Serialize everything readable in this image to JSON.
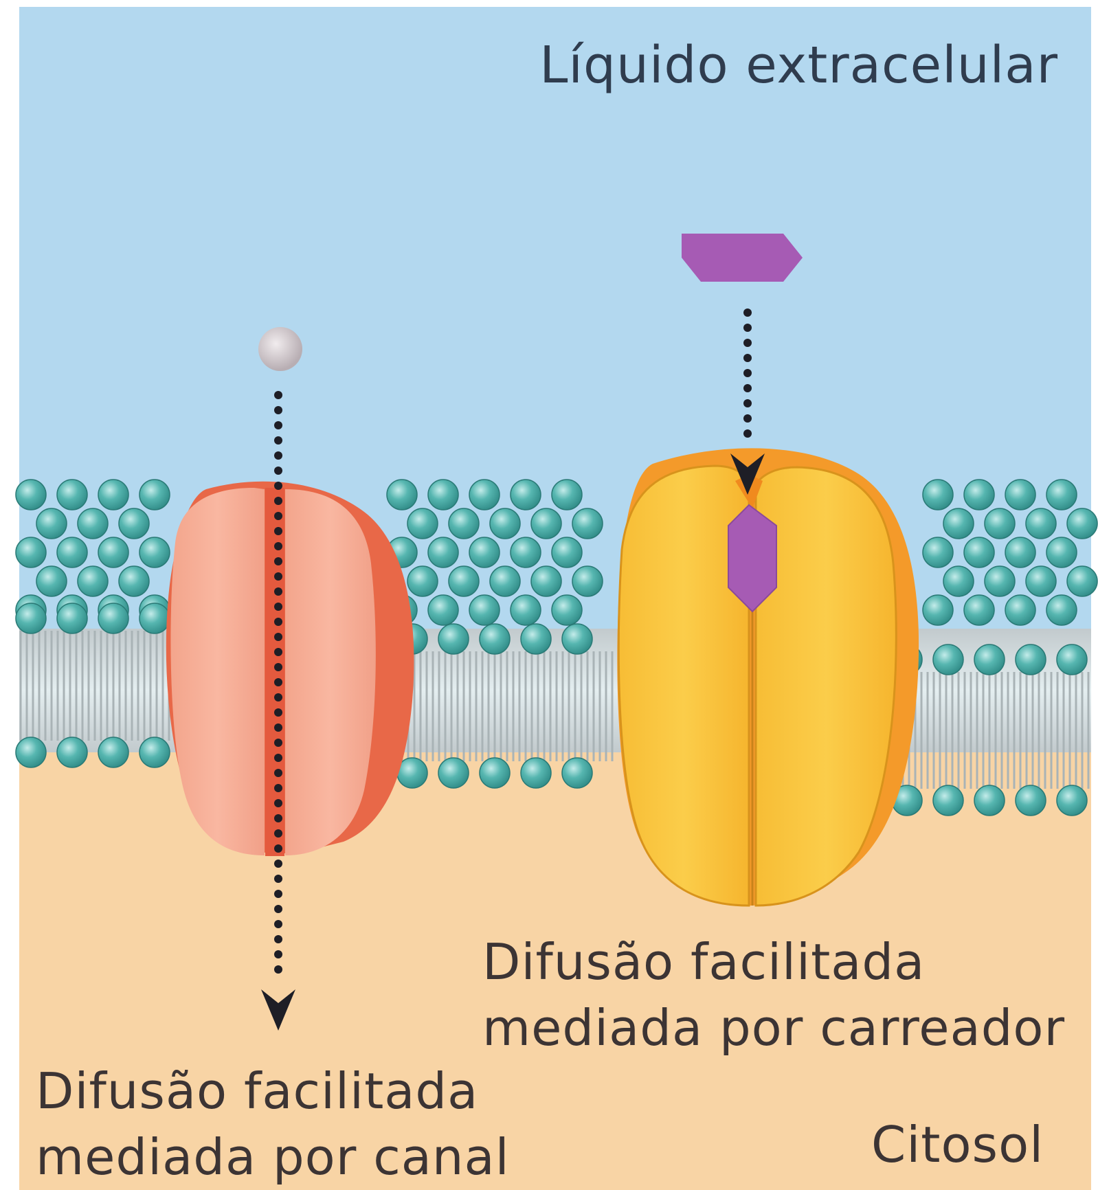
{
  "labels": {
    "extracellular": "Líquido extracelular",
    "carrier_line1": "Difusão facilitada",
    "carrier_line2": "mediada por carreador",
    "channel_line1": "Difusão facilitada",
    "channel_line2": "mediada por canal",
    "cytosol": "Citosol"
  },
  "colors": {
    "extracellular": "#b3d8ef",
    "cytosol": "#f8d4a5",
    "lipid_head": "#4fb3ad",
    "lipid_tail": "#b9c3c6",
    "channel_protein": "#f3a48a",
    "channel_protein_dark": "#e86848",
    "carrier_protein": "#f8c23a",
    "carrier_protein_dark": "#f49a2a",
    "solute_carrier": "#a65bb4",
    "solute_channel": "#d8d0d4",
    "arrow": "#1e1e26"
  }
}
